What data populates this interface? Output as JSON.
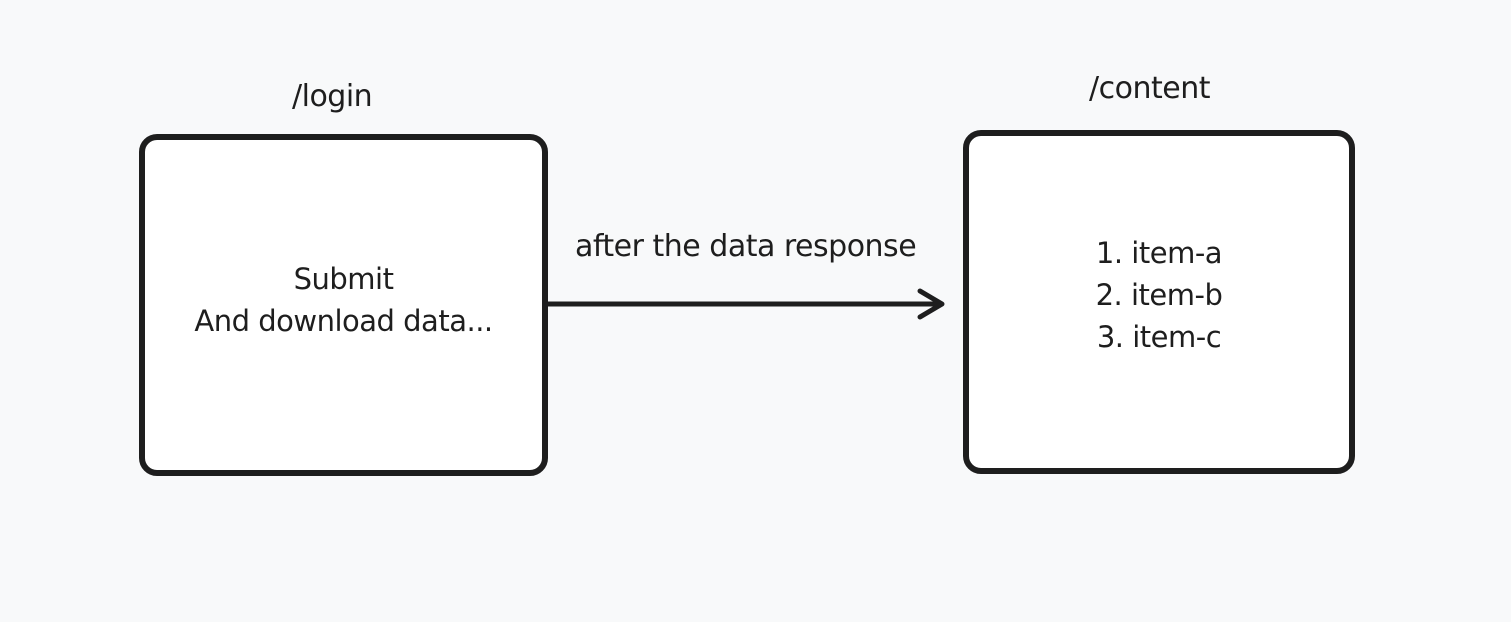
{
  "diagram": {
    "login_node": {
      "route": "/login",
      "lines": [
        "Submit",
        "And download  data..."
      ]
    },
    "content_node": {
      "route": "/content",
      "items": [
        "1. item-a",
        "2. item-b",
        "3. item-c"
      ]
    },
    "edge": {
      "label": "after the data response"
    }
  },
  "colors": {
    "background": "#f8f9fa",
    "stroke": "#1e1e1e",
    "box_fill": "#ffffff"
  }
}
